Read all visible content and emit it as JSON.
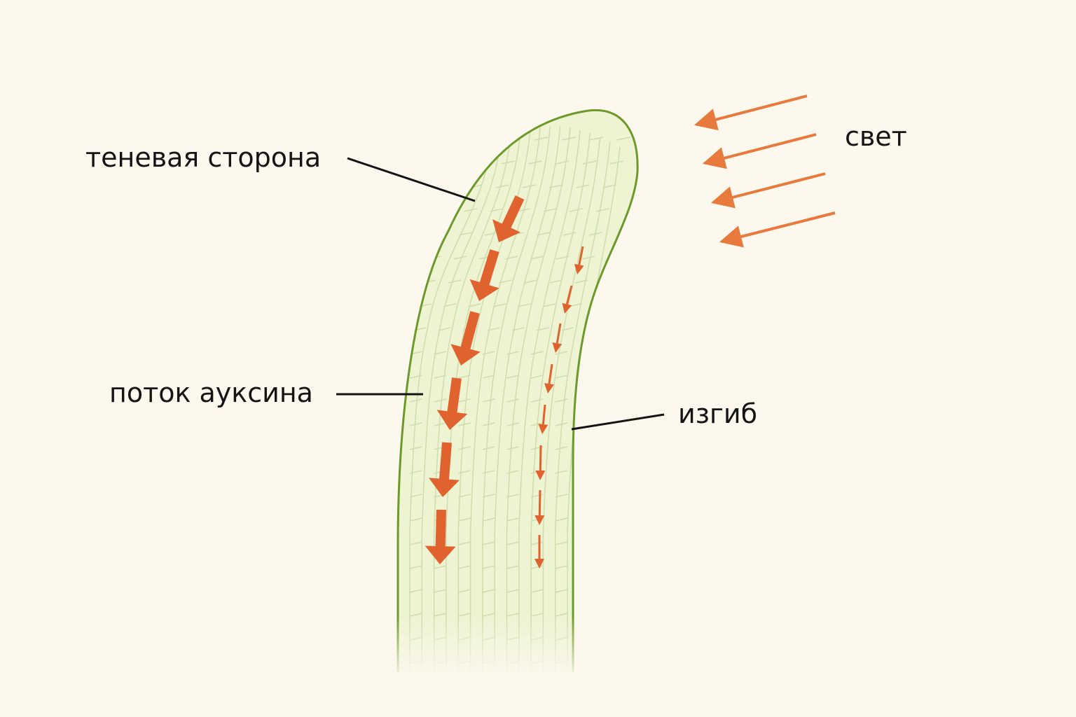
{
  "labels": {
    "shade_side": "теневая сторона",
    "auxin_flow": "поток ауксина",
    "bend": "изгиб",
    "light": "свет"
  },
  "colors": {
    "background": "#fcf8ee",
    "stem_fill": "#eef3d2",
    "stem_outline": "#6b9a2a",
    "cell_lines": "#cfdcae",
    "arrow": "#e0622e",
    "light_arrow": "#e77a3c",
    "leader_line": "#141414"
  },
  "icons": {
    "light_rays": "left-arrow-icon",
    "auxin_arrows": "down-arrow-icon"
  }
}
